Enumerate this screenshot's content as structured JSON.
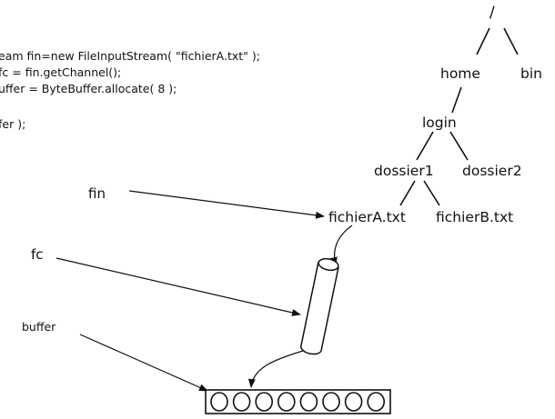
{
  "code": {
    "lines": [
      "eam fin=new FileInputStream( \"fichierA.txt\" );",
      " fc = fin.getChannel();",
      "uffer = ByteBuffer.allocate( 8 );",
      "",
      "fer );"
    ]
  },
  "tree": {
    "root": "/",
    "home": "home",
    "bin": "bin",
    "login": "login",
    "dossier1": "dossier1",
    "dossier2": "dossier2",
    "fichierA": "fichierA.txt",
    "fichierB": "fichierB.txt"
  },
  "pointers": {
    "fin": "fin",
    "fc": "fc",
    "buffer": "buffer"
  },
  "buffer_cells": [
    "O",
    "O",
    "O",
    "O",
    "O",
    "O",
    "O",
    "O"
  ]
}
